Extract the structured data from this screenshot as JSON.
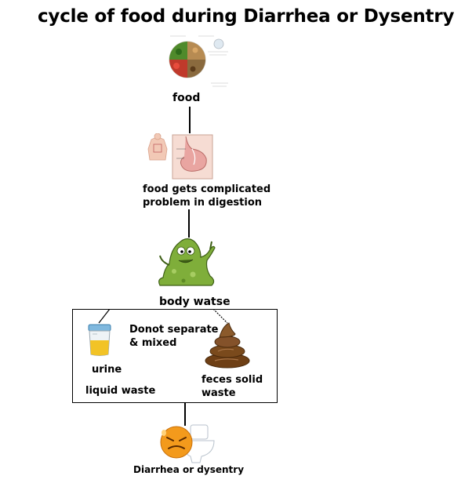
{
  "title": "cycle of food during Diarrhea or Dysentry",
  "nodes": {
    "food": "food",
    "digestion": "food gets complicated problem in digestion",
    "body_waste": "body watse",
    "mix_note": "Donot separate & mixed",
    "urine": "urine",
    "liquid_waste": "liquid waste",
    "feces": "feces solid waste",
    "outcome": "Diarrhea or dysentry"
  },
  "colors": {
    "text": "#000000",
    "line": "#000000",
    "monster_green": "#7fae3a",
    "urine_yellow": "#f2c326",
    "poop_brown": "#7a4a1c",
    "emoji_orange": "#f39a1c"
  },
  "icons": [
    "food-plate-icon",
    "stomach-icon",
    "waste-monster-icon",
    "urine-cup-icon",
    "poop-icon",
    "toilet-emoji-icon"
  ]
}
